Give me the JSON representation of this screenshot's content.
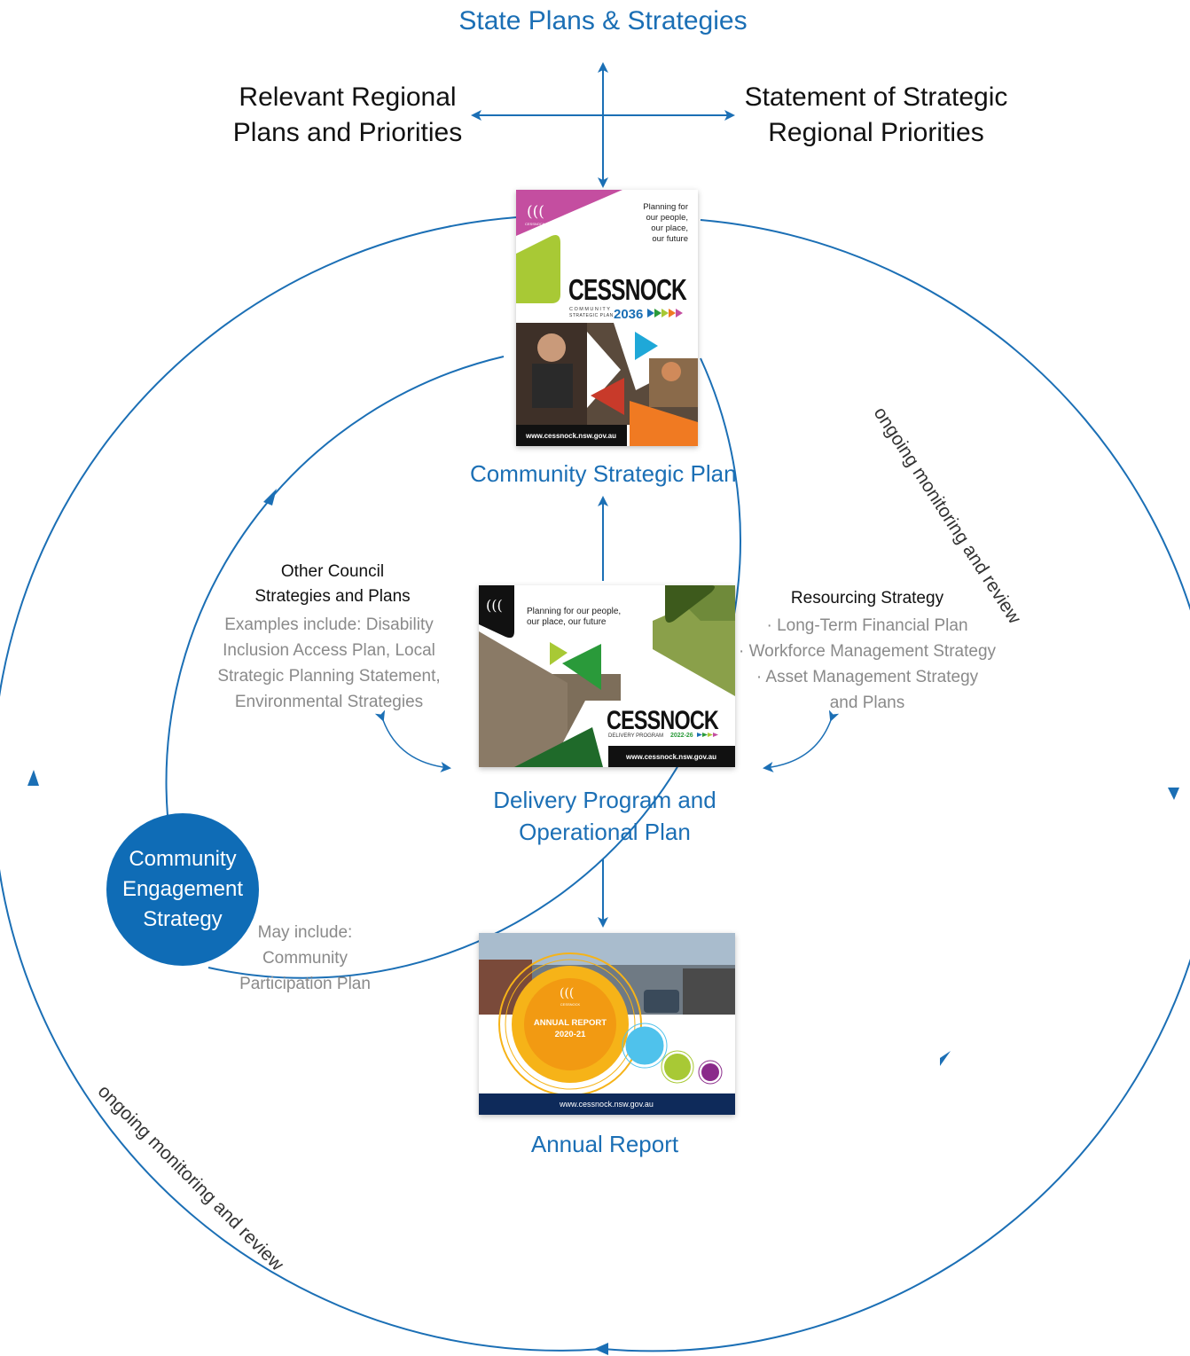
{
  "top": {
    "state_plans": "State Plans & Strategies",
    "regional_left_1": "Relevant Regional",
    "regional_left_2": "Plans and Priorities",
    "regional_right_1": "Statement of Strategic",
    "regional_right_2": "Regional Priorities"
  },
  "csp_cover": {
    "tagline_1": "Planning for",
    "tagline_2": "our people,",
    "tagline_3": "our place,",
    "tagline_4": "our future",
    "brand": "CESSNOCK",
    "sub_1": "COMMUNITY",
    "sub_2": "STRATEGIC PLAN",
    "year": "2036",
    "url": "www.cessnock.nsw.gov.au",
    "logo_text": "CESSNOCK"
  },
  "csp_label": "Community Strategic Plan",
  "other_council": {
    "title_1": "Other Council",
    "title_2": "Strategies and Plans",
    "body_1": "Examples include: Disability",
    "body_2": "Inclusion Access Plan, Local",
    "body_3": "Strategic Planning Statement,",
    "body_4": "Environmental Strategies"
  },
  "resourcing": {
    "title": "Resourcing Strategy",
    "item_1": "· Long-Term Financial Plan",
    "item_2": "· Workforce Management Strategy",
    "item_3": "· Asset Management Strategy",
    "item_4": "and Plans"
  },
  "dp_cover": {
    "tagline_1": "Planning for our people,",
    "tagline_2": "our place, our future",
    "brand": "CESSNOCK",
    "sub": "DELIVERY PROGRAM",
    "years": "2022-26",
    "url": "www.cessnock.nsw.gov.au"
  },
  "dp_label_1": "Delivery Program and",
  "dp_label_2": "Operational Plan",
  "ar_cover": {
    "title_1": "ANNUAL REPORT",
    "title_2": "2020-21",
    "url": "www.cessnock.nsw.gov.au",
    "logo_text": "CESSNOCK"
  },
  "ar_label": "Annual Report",
  "engagement": {
    "line_1": "Community",
    "line_2": "Engagement",
    "line_3": "Strategy"
  },
  "may_include": {
    "line_1": "May include:",
    "line_2": "Community",
    "line_3": "Participation Plan"
  },
  "monitoring_right": "ongoing monitoring and review",
  "monitoring_left": "ongoing monitoring and review",
  "colors": {
    "blue": "#1b6fb5",
    "engagement_fill": "#0f6cb6",
    "pink": "#c44ea0",
    "lime": "#a8c935",
    "orange": "#f07a22",
    "red": "#c83a2a",
    "cyan": "#1fa8d8",
    "green": "#2a9a3a",
    "navy": "#0e2a5a",
    "yellow": "#f6b318"
  }
}
